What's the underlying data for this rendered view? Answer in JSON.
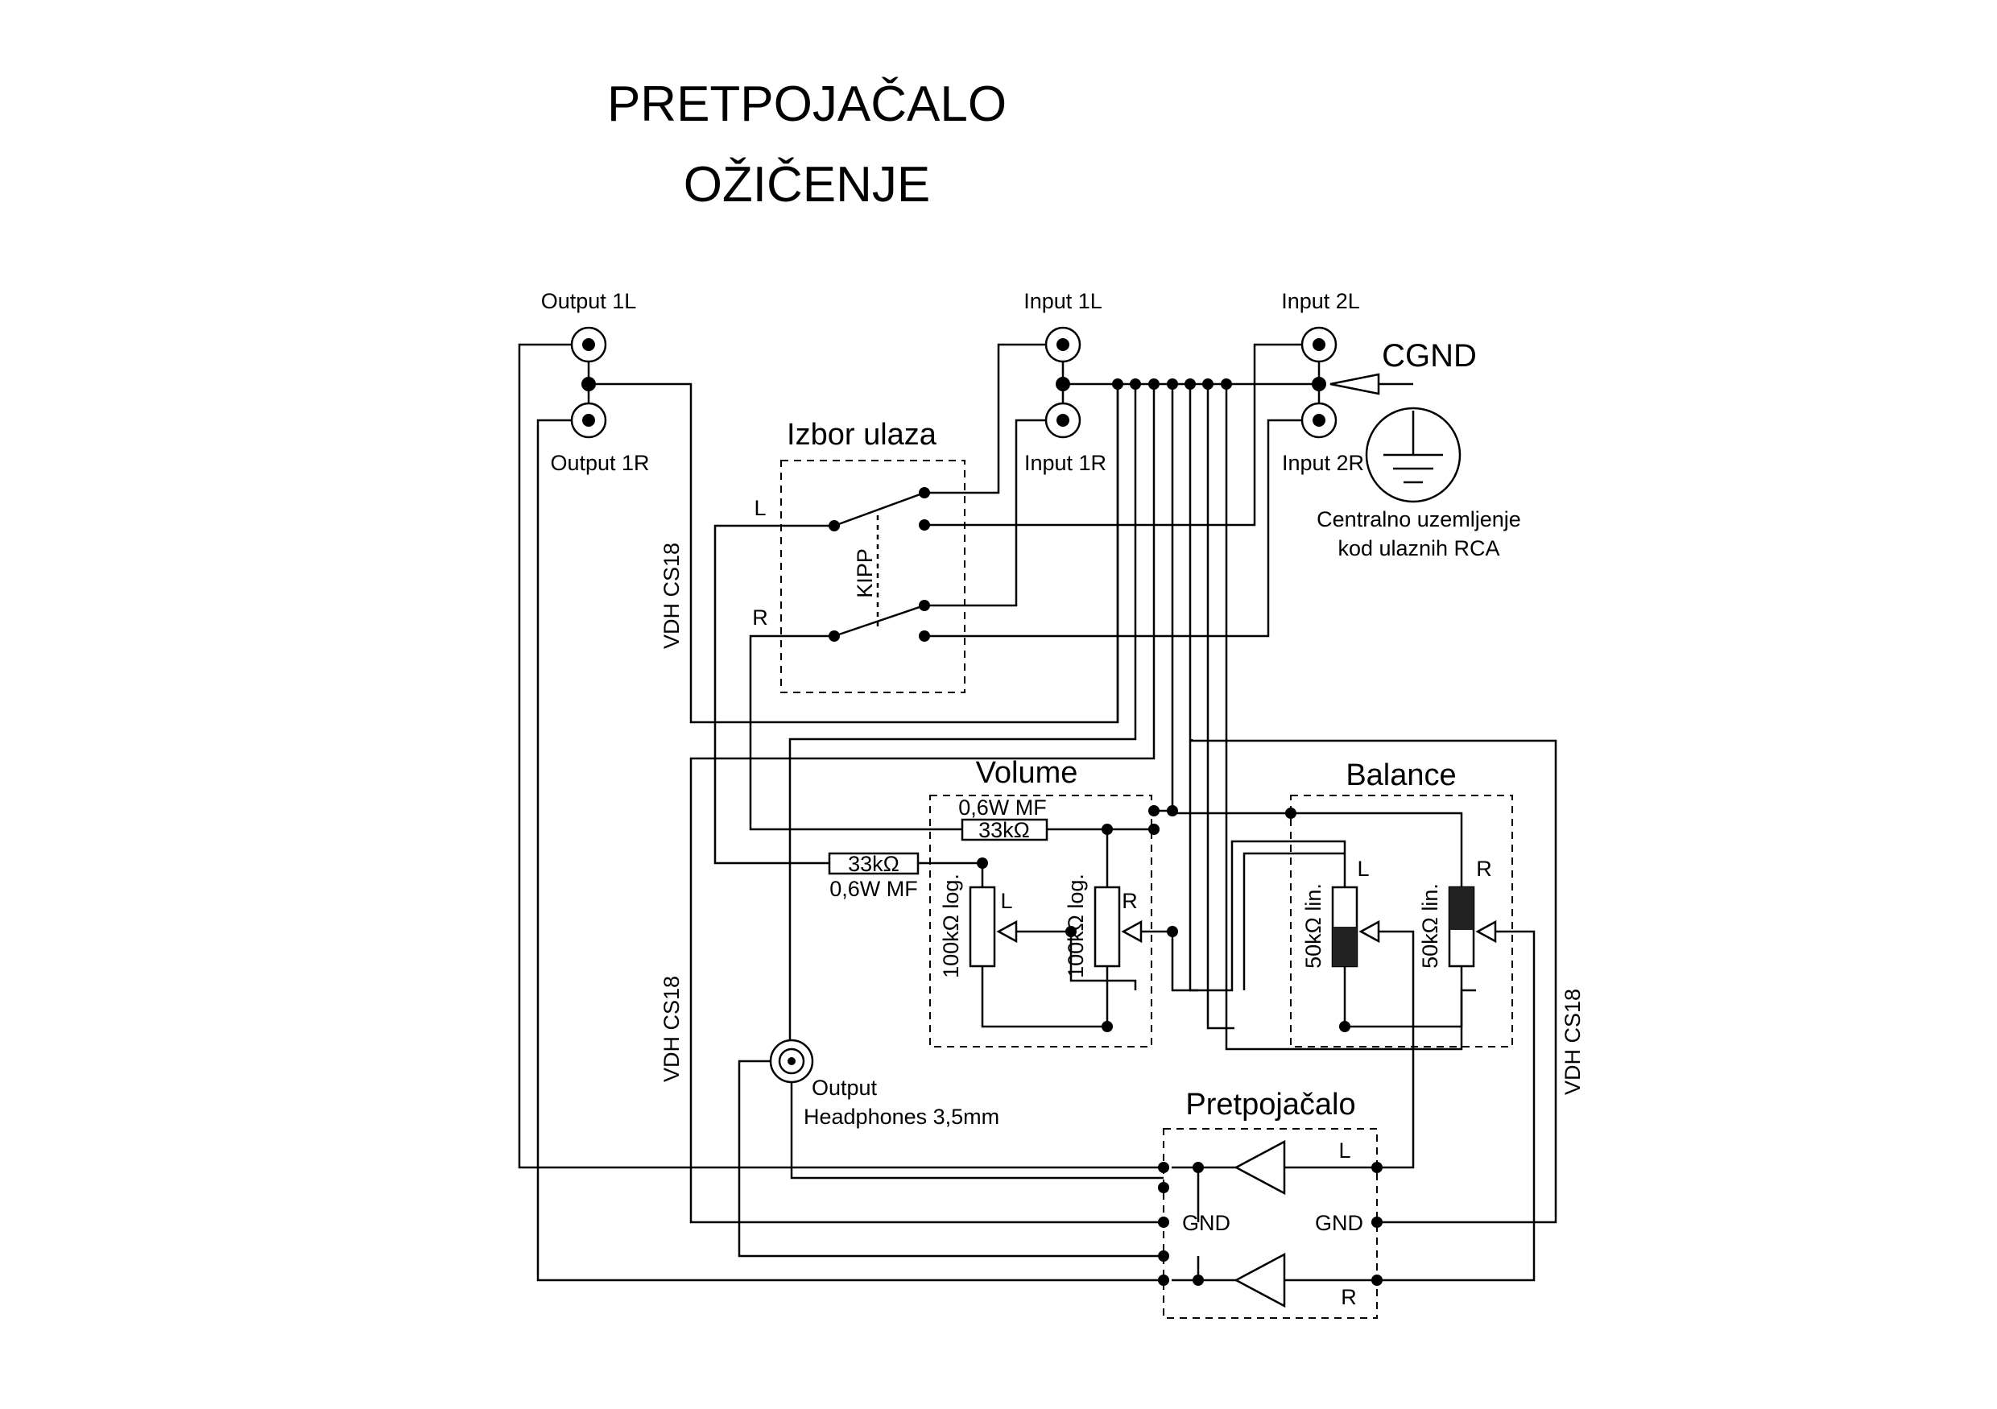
{
  "title": {
    "line1": "PRETPOJAČALO",
    "line2": "OŽIČENJE"
  },
  "connectors": {
    "output_1l": "Output 1L",
    "output_1r": "Output 1R",
    "input_1l": "Input 1L",
    "input_1r": "Input 1R",
    "input_2l": "Input 2L",
    "input_2r": "Input 2R"
  },
  "ground": {
    "label": "CGND",
    "note_line1": "Centralno uzemljenje",
    "note_line2": "kod ulaznih RCA"
  },
  "selector": {
    "title": "Izbor ulaza",
    "switch_label": "KIPP",
    "left": "L",
    "right": "R"
  },
  "volume": {
    "title": "Volume",
    "resistor_top_power": "0,6W MF",
    "resistor_top_value": "33kΩ",
    "resistor_left_value": "33kΩ",
    "resistor_left_power": "0,6W MF",
    "pot_left": "100kΩ log.",
    "pot_right": "100kΩ log.",
    "left": "L",
    "right": "R"
  },
  "balance": {
    "title": "Balance",
    "pot_left": "50kΩ lin.",
    "pot_right": "50kΩ lin.",
    "left": "L",
    "right": "R"
  },
  "cables": {
    "left_top": "VDH CS18",
    "left_bottom": "VDH CS18",
    "right": "VDH CS18"
  },
  "headphones": {
    "line1": "Output",
    "line2": "Headphones 3,5mm"
  },
  "preamp": {
    "title": "Pretpojačalo",
    "left": "L",
    "gnd_left": "GND",
    "gnd_right": "GND",
    "right": "R"
  }
}
